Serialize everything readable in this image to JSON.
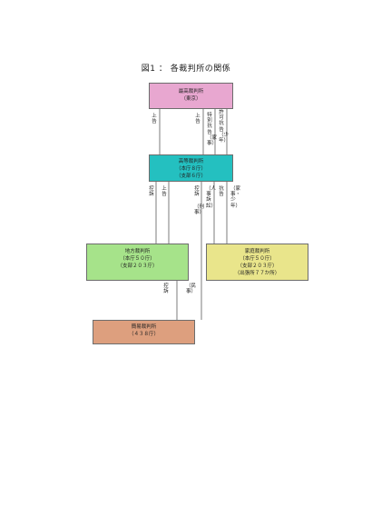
{
  "title": "図1 ： 各裁判所の関係",
  "courts": {
    "supreme": {
      "name": "最高裁判所",
      "lines": [
        "（東京）"
      ],
      "color": "#e8a7d0"
    },
    "high": {
      "name": "高等裁判所",
      "lines": [
        "（本庁８庁）",
        "（支部６庁）"
      ],
      "color": "#24c0c0"
    },
    "district": {
      "name": "地方裁判所",
      "lines": [
        "（本庁５０庁）",
        "（支部２０３庁）"
      ],
      "color": "#a6e38a"
    },
    "family": {
      "name": "家庭裁判所",
      "lines": [
        "（本庁５０庁）",
        "（支部２０３庁）",
        "（出張所７７か所）"
      ],
      "color": "#e9e58b"
    },
    "summary": {
      "name": "簡易裁判所",
      "lines": [
        "（４３８庁）"
      ],
      "color": "#dd9f7e"
    }
  },
  "edge_labels": {
    "sh_1": "上告",
    "sh_2": "上告",
    "sh_3": "特別抗告（家事）",
    "sh_4": "許可抗告（少年）",
    "hd_1": "控訴",
    "hd_2": "上告",
    "hd_3": "控訴",
    "hd_4": "（刑事）",
    "hd_5": "（人事訴訟）",
    "hf_1": "抗告",
    "hf_2": "（家事・少年）",
    "ds_1": "控訴",
    "ds_2": "（民事）"
  }
}
